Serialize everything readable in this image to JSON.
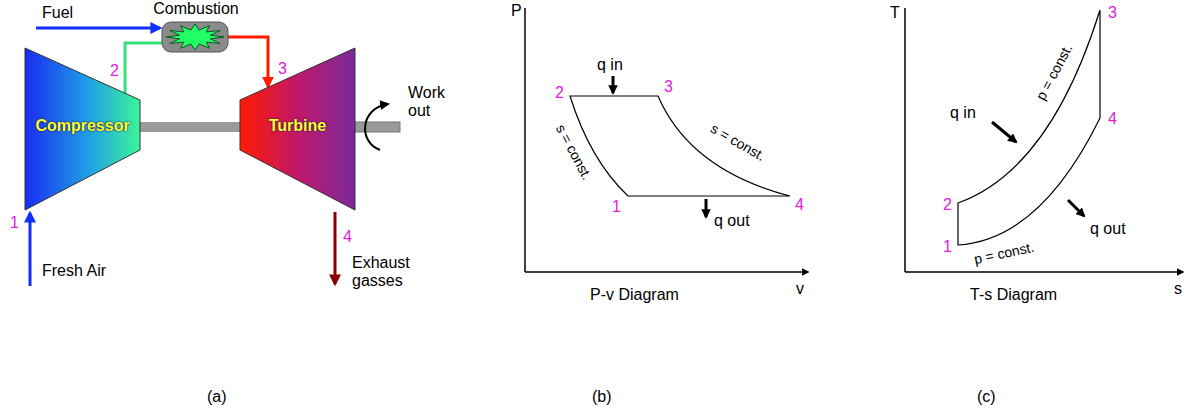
{
  "diagram": {
    "nodes": [
      {
        "text": [
          "Compressor"
        ]
      },
      {
        "text": [
          "Turbine"
        ]
      },
      {
        "text": [
          "Combustion"
        ]
      }
    ],
    "edges": [
      {
        "from": 0,
        "to": 2,
        "arrow": "none"
      },
      {
        "from": 2,
        "to": 1,
        "arrow": "to"
      },
      {
        "from": 0,
        "to": 1,
        "arrow": "none"
      }
    ],
    "labels": [
      "Fuel",
      "2",
      "3",
      "1",
      "Fresh Air",
      "4",
      "Exhaust gasses",
      "Work out",
      "(a)",
      "P",
      "v",
      "q in",
      "2",
      "3",
      "1",
      "4",
      "s = const.",
      "s = const.",
      "q out",
      "P-v Diagram",
      "(b)",
      "T",
      "s",
      "3",
      "4",
      "2",
      "1",
      "q in",
      "p = const.",
      "p = const.",
      "q out",
      "T-s Diagram",
      "(c)"
    ]
  }
}
